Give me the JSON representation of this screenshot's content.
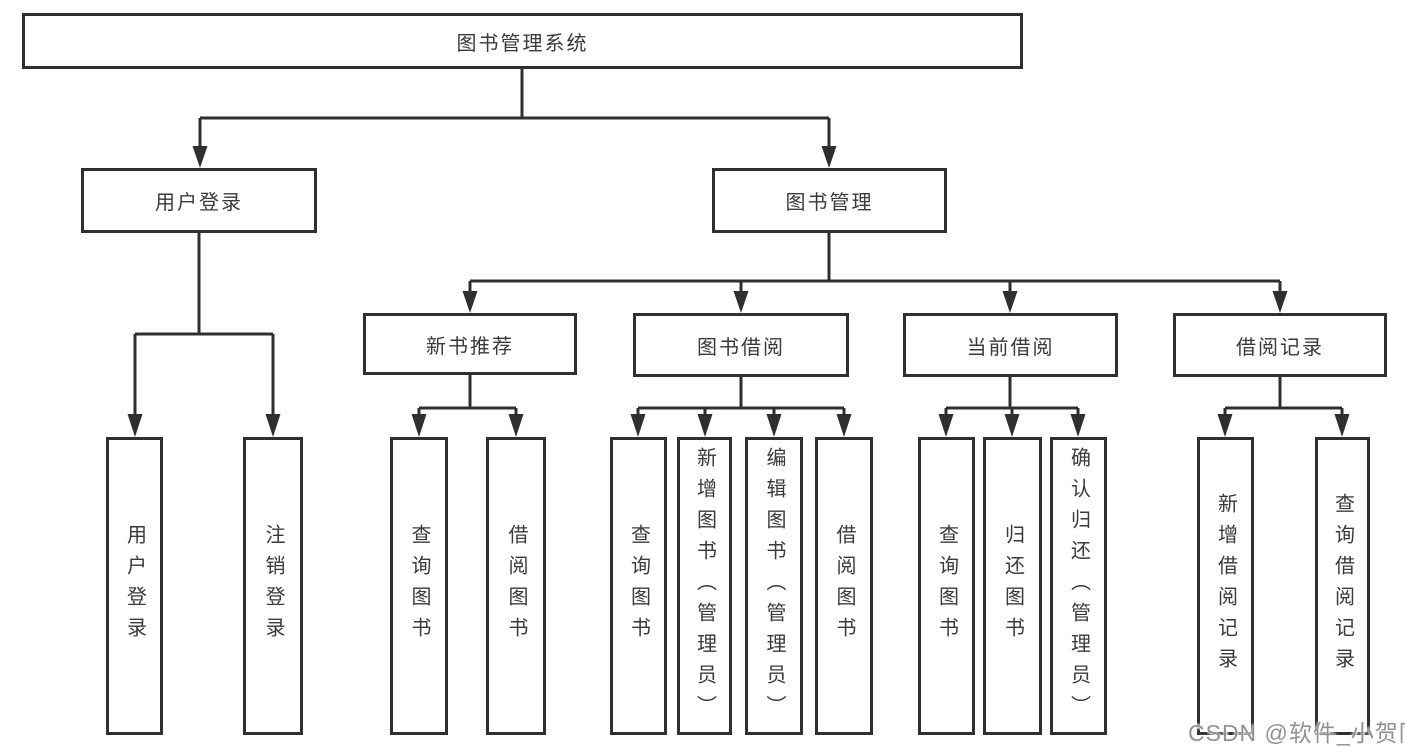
{
  "diagram": {
    "title": "图书管理系统",
    "colors": {
      "line": "#2f2f2f",
      "box_border": "#2f2f2f",
      "box_fill": "#ffffff",
      "text": "#3a3a3a",
      "background": "#ffffff",
      "watermark": "#919191"
    },
    "nodes": {
      "root": {
        "label": "图书管理系统"
      },
      "user_login": {
        "label": "用户登录"
      },
      "book_mgmt": {
        "label": "图书管理"
      },
      "new_book": {
        "label": "新书推荐"
      },
      "book_borrow": {
        "label": "图书借阅"
      },
      "current_borrow": {
        "label": "当前借阅"
      },
      "borrow_record": {
        "label": "借阅记录"
      },
      "leaf_user_login": {
        "label": "用户登录"
      },
      "leaf_logout": {
        "label": "注销登录"
      },
      "leaf_nb_query": {
        "label": "查询图书"
      },
      "leaf_nb_borrow": {
        "label": "借阅图书"
      },
      "leaf_bb_query": {
        "label": "查询图书"
      },
      "leaf_bb_add": {
        "label": "新增图书（管理员）"
      },
      "leaf_bb_edit": {
        "label": "编辑图书（管理员）"
      },
      "leaf_bb_borrow": {
        "label": "借阅图书"
      },
      "leaf_cb_query": {
        "label": "查询图书"
      },
      "leaf_cb_return": {
        "label": "归还图书"
      },
      "leaf_cb_confirm": {
        "label": "确认归还（管理员）"
      },
      "leaf_br_add": {
        "label": "新增借阅记录"
      },
      "leaf_br_query": {
        "label": "查询借阅记录"
      }
    },
    "structure": {
      "root": "图书管理系统",
      "children": [
        {
          "label": "用户登录",
          "children": [
            "用户登录",
            "注销登录"
          ]
        },
        {
          "label": "图书管理",
          "children": [
            {
              "label": "新书推荐",
              "children": [
                "查询图书",
                "借阅图书"
              ]
            },
            {
              "label": "图书借阅",
              "children": [
                "查询图书",
                "新增图书（管理员）",
                "编辑图书（管理员）",
                "借阅图书"
              ]
            },
            {
              "label": "当前借阅",
              "children": [
                "查询图书",
                "归还图书",
                "确认归还（管理员）"
              ]
            },
            {
              "label": "借阅记录",
              "children": [
                "新增借阅记录",
                "查询借阅记录"
              ]
            }
          ]
        }
      ]
    },
    "watermark": "CSDN @软件_小贺同学"
  }
}
